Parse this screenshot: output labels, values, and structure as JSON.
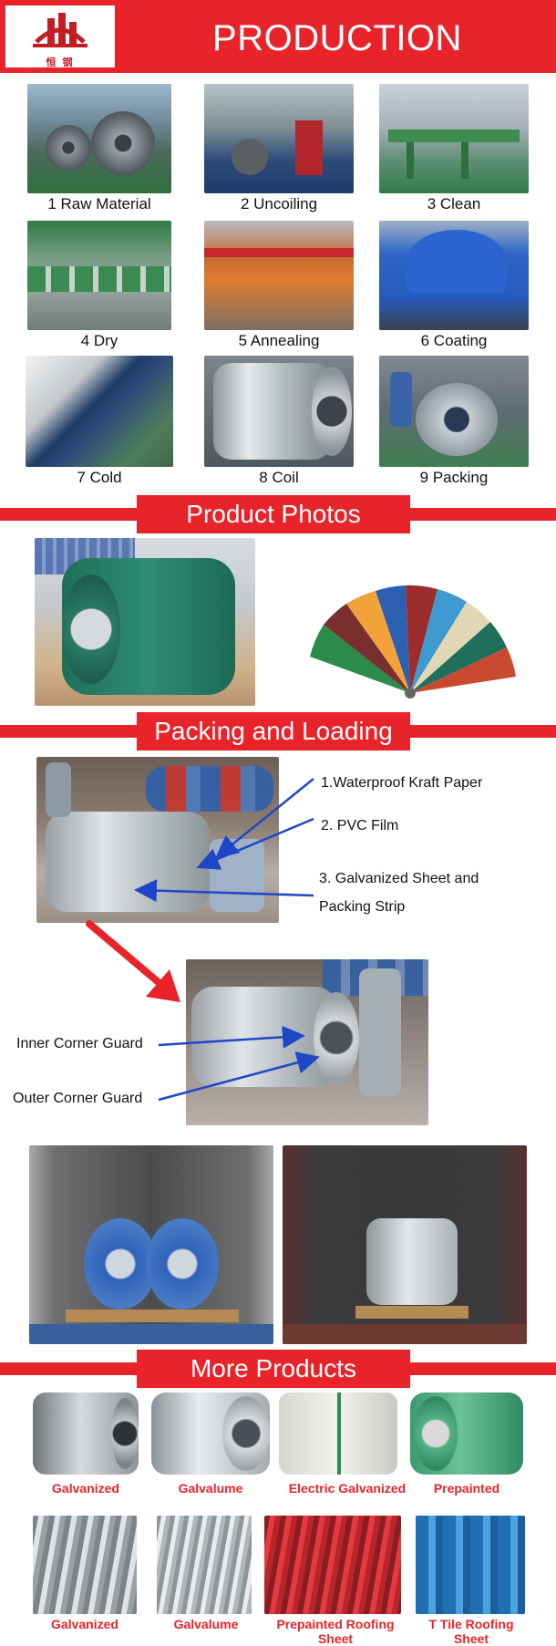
{
  "header": {
    "title": "PRODUCTION PROCESS",
    "logo_text": "恒 钢"
  },
  "process_steps": [
    {
      "label": "1 Raw Material"
    },
    {
      "label": "2  Uncoiling"
    },
    {
      "label": "3 Clean"
    },
    {
      "label": "4 Dry"
    },
    {
      "label": "5 Annealing"
    },
    {
      "label": "6 Coating"
    },
    {
      "label": "7 Cold"
    },
    {
      "label": "8 Coil"
    },
    {
      "label": "9 Packing"
    }
  ],
  "sections": {
    "product_photos": "Product Photos",
    "packing_loading": "Packing and Loading",
    "more_products": "More Products"
  },
  "packing_labels": {
    "kraft": "1.Waterproof Kraft Paper",
    "pvc": "2. PVC Film",
    "galv_line1": "3. Galvanized Sheet and",
    "galv_line2": "Packing Strip",
    "inner": "Inner Corner Guard",
    "outer": "Outer Corner Guard"
  },
  "more_products": [
    {
      "label": "Galvanized"
    },
    {
      "label": "Galvalume"
    },
    {
      "label": "Electric Galvanized"
    },
    {
      "label": "Prepainted"
    },
    {
      "label": "Galvanized"
    },
    {
      "label": "Galvalume"
    },
    {
      "label": "Prepainted Roofing Sheet"
    },
    {
      "label": "T Tile Roofing Sheet"
    }
  ],
  "colors": {
    "brand_red": "#e8232a",
    "arrow_blue": "#1e47c8"
  }
}
